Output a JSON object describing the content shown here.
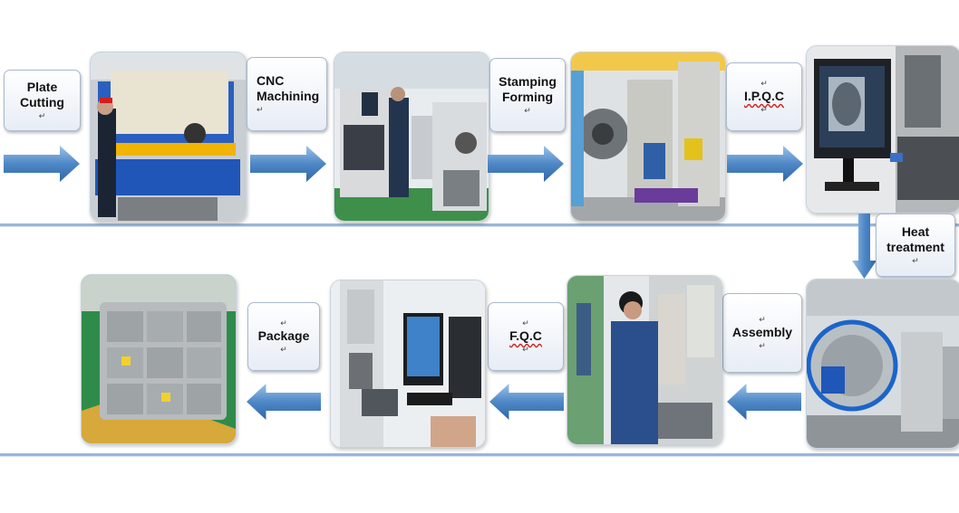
{
  "steps": [
    {
      "label_lines": [
        "Plate",
        "Cutting"
      ]
    },
    {
      "label_lines": [
        "CNC",
        "Machining"
      ]
    },
    {
      "label_lines": [
        "Stamping",
        "Forming"
      ]
    },
    {
      "label_lines": [
        "I.P.Q.C"
      ]
    },
    {
      "label_lines": [
        "Heat",
        "treatment"
      ]
    },
    {
      "label_lines": [
        "Assembly"
      ]
    },
    {
      "label_lines": [
        "F.Q.C"
      ]
    },
    {
      "label_lines": [
        "Package"
      ]
    }
  ],
  "return_mark": "↵",
  "colors": {
    "arrow_blue": "#4f88c6",
    "separator_blue": "#9ab6d8",
    "machine_blue": "#1f56b8"
  }
}
